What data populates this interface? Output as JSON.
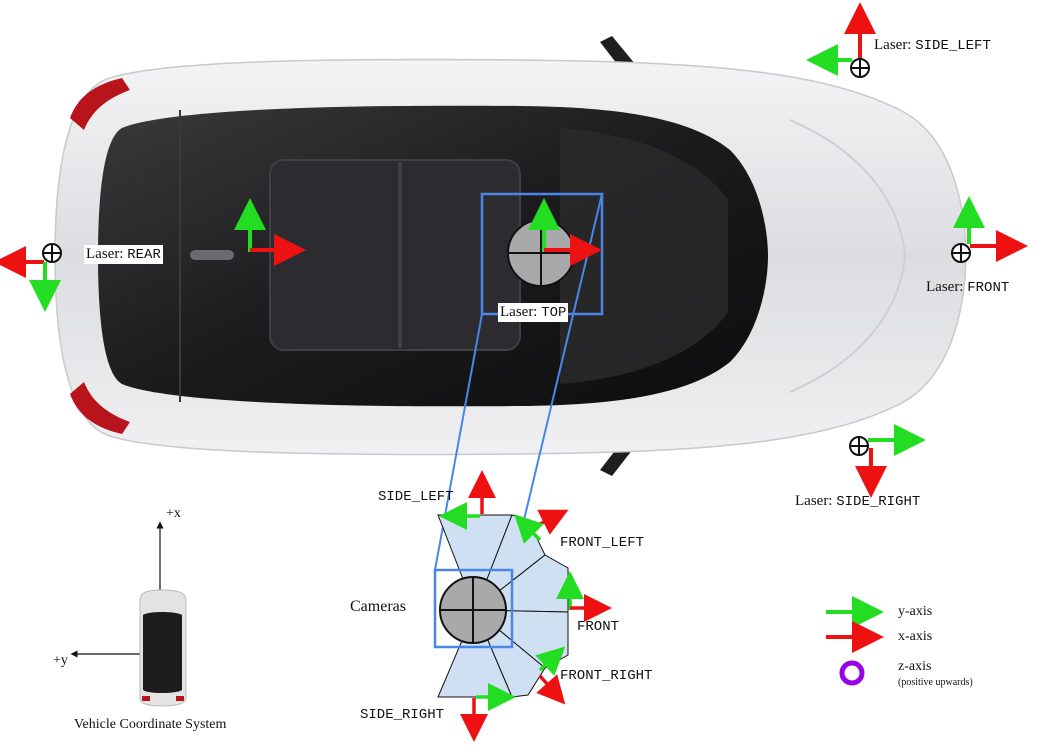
{
  "lasers": {
    "prefix": "Laser: ",
    "side_left": "SIDE_LEFT",
    "rear": "REAR",
    "top": "TOP",
    "front": "FRONT",
    "side_right": "SIDE_RIGHT"
  },
  "cameras": {
    "title": "Cameras",
    "side_left": "SIDE_LEFT",
    "front_left": "FRONT_LEFT",
    "front": "FRONT",
    "front_right": "FRONT_RIGHT",
    "side_right": "SIDE_RIGHT"
  },
  "vehicle_coords": {
    "caption": "Vehicle Coordinate System",
    "plus_x": "+x",
    "plus_y": "+y"
  },
  "legend": {
    "y_axis": "y-axis",
    "x_axis": "x-axis",
    "z_axis": "z-axis",
    "z_note": "(positive upwards)"
  },
  "colors": {
    "y_axis": "#22dd22",
    "x_axis": "#ee1111",
    "z_axis": "#9a00e6",
    "highlight_box": "#4a86e8",
    "camera_fov": "#cfe0f3",
    "car_body": "#e6e6e8",
    "car_glass": "#1c1c1e",
    "tail_light": "#b8141b"
  }
}
